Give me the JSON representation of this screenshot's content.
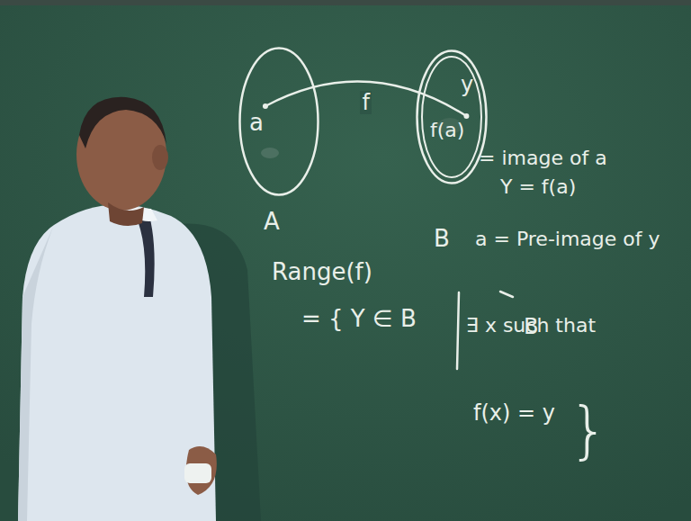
{
  "diagram": {
    "nodes": [
      {
        "text": [
          "a",
          "A"
        ]
      },
      {
        "text": [
          "y",
          "f(a)",
          "B"
        ]
      }
    ],
    "edges": [
      {
        "from": 0,
        "to": 1,
        "arrow": "none",
        "label": "f"
      }
    ],
    "labels": [
      "= image of a",
      "Y = f(a)",
      "a = Pre-image of y",
      "B",
      "Range(f)",
      "= { Y ∈ B",
      "∃ x such that",
      "f(x) = y",
      "}"
    ]
  }
}
